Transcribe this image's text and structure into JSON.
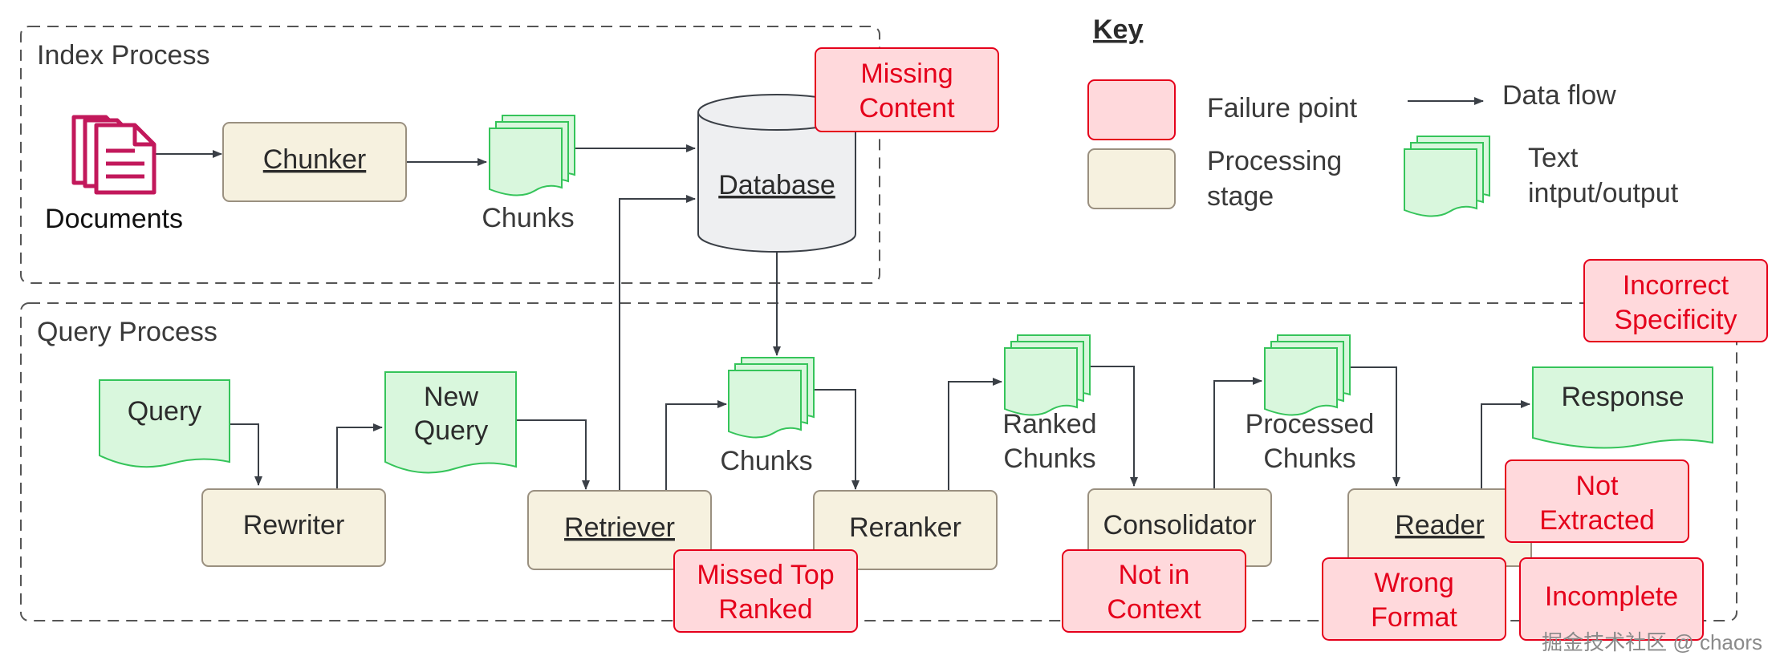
{
  "index_process": {
    "title": "Index Process"
  },
  "query_process": {
    "title": "Query Process"
  },
  "nodes": {
    "documents": "Documents",
    "chunker": "Chunker",
    "chunks_index": "Chunks",
    "database": "Database",
    "query": "Query",
    "new_query": [
      "New",
      "Query"
    ],
    "rewriter": "Rewriter",
    "retriever": "Retriever",
    "chunks_query": "Chunks",
    "reranker": "Reranker",
    "ranked_chunks": [
      "Ranked",
      "Chunks"
    ],
    "consolidator": "Consolidator",
    "processed_chunks": [
      "Processed",
      "Chunks"
    ],
    "reader": "Reader",
    "response": "Response"
  },
  "failure_points": {
    "missing_content": [
      "Missing",
      "Content"
    ],
    "incorrect_specificity": [
      "Incorrect",
      "Specificity"
    ],
    "missed_top_ranked": [
      "Missed Top",
      "Ranked"
    ],
    "not_in_context": [
      "Not in",
      "Context"
    ],
    "not_extracted": [
      "Not",
      "Extracted"
    ],
    "wrong_format": [
      "Wrong",
      "Format"
    ],
    "incomplete": "Incomplete"
  },
  "key": {
    "title": "Key",
    "failure_point": "Failure point",
    "processing_stage": [
      "Processing",
      "stage"
    ],
    "data_flow": "Data flow",
    "text_io": [
      "Text",
      "intput/output"
    ]
  },
  "watermark": "掘金技术社区 @ chaors",
  "colors": {
    "failure_fill": "#ffd9dc",
    "failure_stroke": "#e5001b",
    "stage_fill": "#f6f1df",
    "stage_stroke": "#9a9080",
    "text_fill": "#d9f7dd",
    "text_stroke": "#35c45a",
    "document_icon": "#c2185b",
    "database_fill": "#eeeff1"
  },
  "icons": {
    "documents": "documents-icon",
    "database": "database-cylinder-icon",
    "arrow": "arrow-right-icon"
  }
}
